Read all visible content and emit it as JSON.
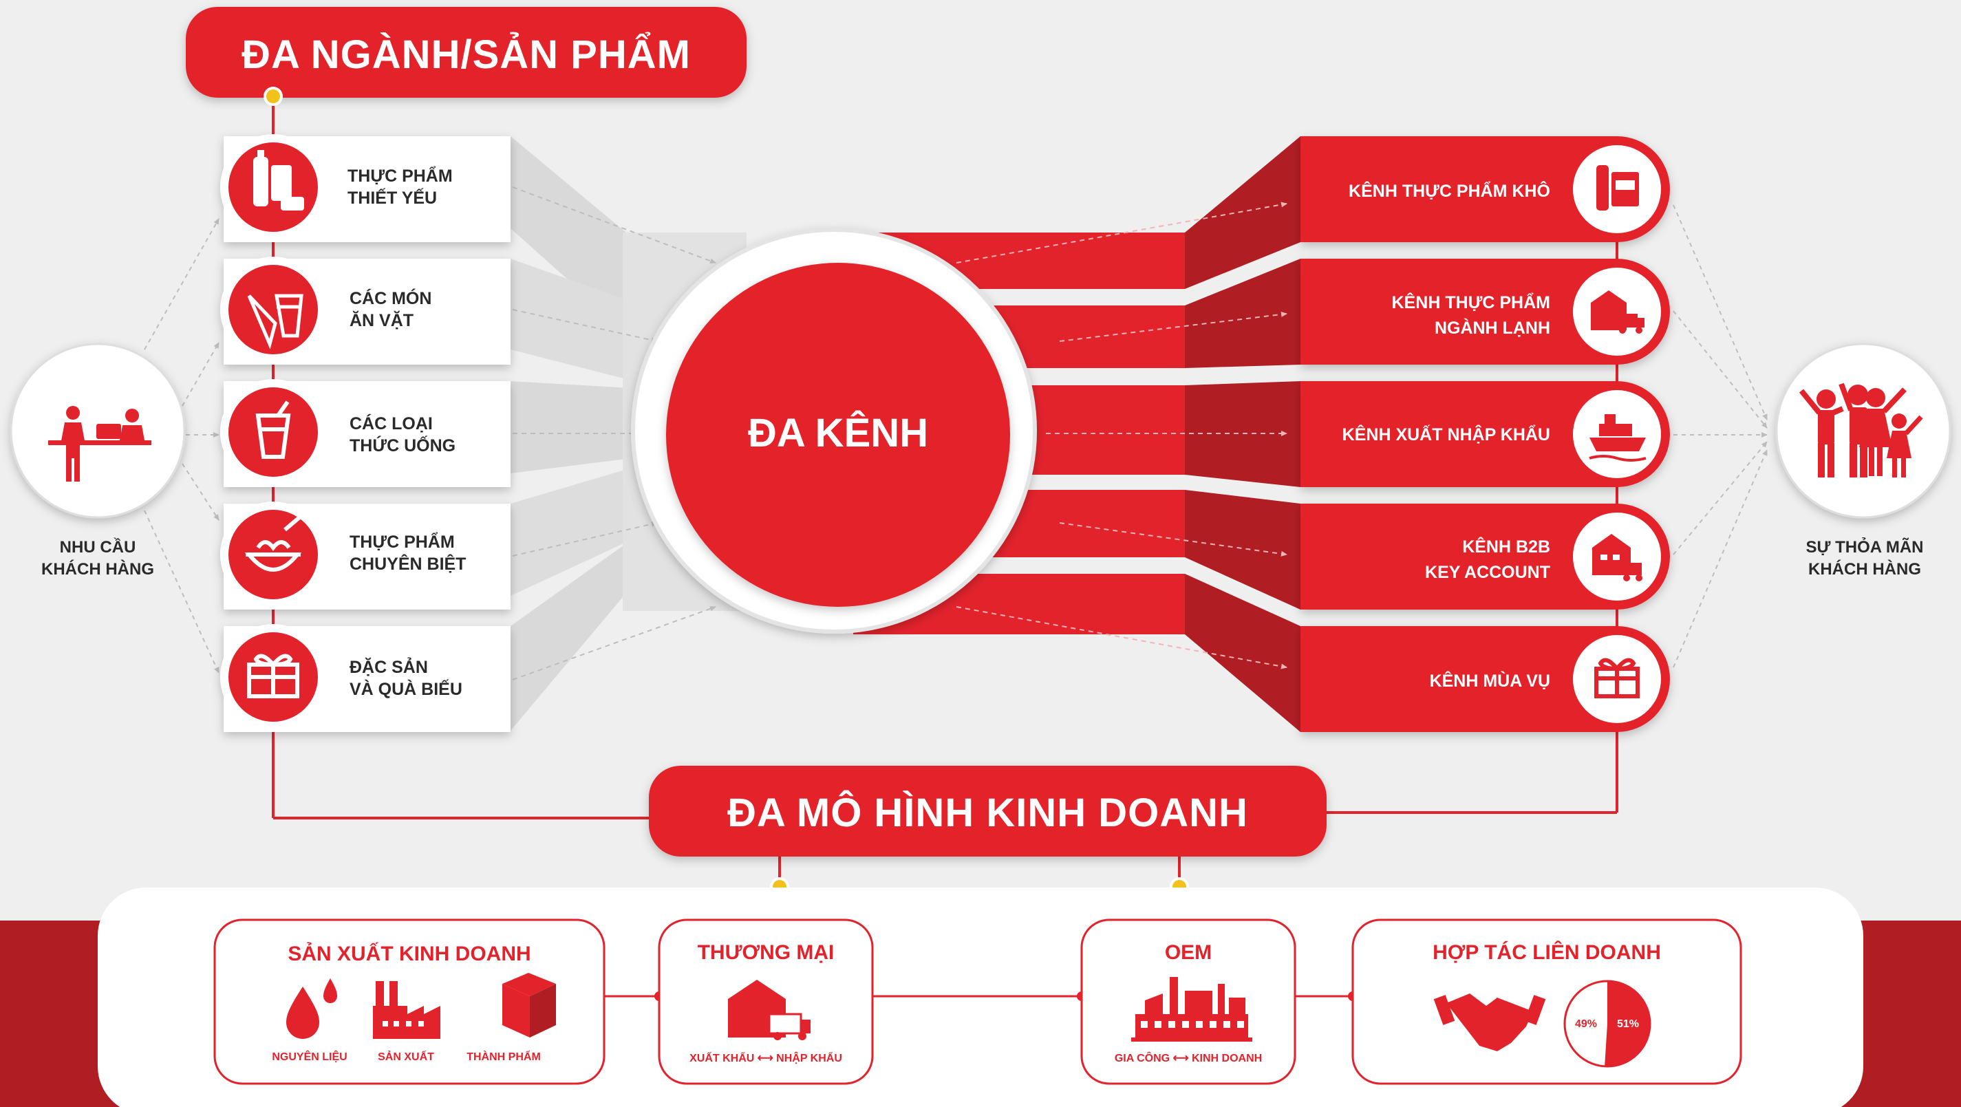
{
  "top_banner": "ĐA NGÀNH/SẢN PHẨM",
  "center_label": "ĐA KÊNH",
  "bottom_banner": "ĐA MÔ HÌNH   KINH DOANH",
  "left_customer": "NHU CẦU\nKHÁCH HÀNG",
  "right_customer": "SỰ THỎA MÃN\nKHÁCH HÀNG",
  "categories": [
    {
      "label": "THỰC PHẨM\nTHIẾT YẾU",
      "icon": "bottle-and-snacks-icon"
    },
    {
      "label": "CÁC MÓN\nĂN VẶT",
      "icon": "ice-cream-and-snack-cup-icon"
    },
    {
      "label": "CÁC LOẠI\nTHỨC UỐNG",
      "icon": "drink-cup-icon"
    },
    {
      "label": "THỰC PHẨM\nCHUYÊN BIỆT",
      "icon": "noodle-bowl-icon"
    },
    {
      "label": "ĐẶC SẢN\nVÀ QUÀ BIẾU",
      "icon": "gift-box-icon"
    }
  ],
  "channels": [
    {
      "label": "KÊNH THỰC PHẨM  KHÔ",
      "icon": "dry-food-icon"
    },
    {
      "label": "KÊNH THỰC PHẨM\nNGÀNH LẠNH",
      "icon": "cold-storage-truck-icon"
    },
    {
      "label": "KÊNH XUẤT NHẬP KHẨU",
      "icon": "cargo-ship-icon"
    },
    {
      "label": "KÊNH B2B\nKEY ACCOUNT",
      "icon": "warehouse-truck-icon"
    },
    {
      "label": "KÊNH MÙA VỤ",
      "icon": "gift-icon"
    }
  ],
  "models": [
    {
      "title": "SẢN XUẤT KINH DOANH",
      "captions": [
        "NGUYÊN LIỆU",
        "SẢN XUẤT",
        "THÀNH PHẨM"
      ]
    },
    {
      "title": "THƯƠNG MẠI",
      "captions": [
        "XUẤT KHẨU ⟷ NHẬP KHẨU"
      ]
    },
    {
      "title": "OEM",
      "captions": [
        "GIA CÔNG ⟷ KINH DOANH"
      ]
    },
    {
      "title": "HỢP TÁC LIÊN DOANH",
      "pie": [
        "49%",
        "51%"
      ]
    }
  ],
  "colors": {
    "brand_red": "#e3232c",
    "dark_red": "#b01e24",
    "background": "#efefef"
  }
}
